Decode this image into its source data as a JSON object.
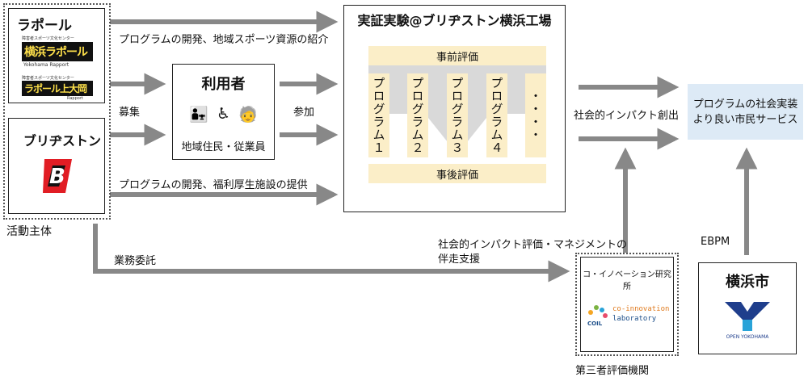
{
  "actors": {
    "group_label": "活動主体",
    "laport": {
      "name": "ラポール",
      "logo1_small": "障害者スポーツ文化センター",
      "logo1_text": "横浜ラポール",
      "logo1_sub": "Yokohama Rapport",
      "logo2_small": "障害者スポーツ文化センター",
      "logo2_text": "ラポール上大岡",
      "logo2_sub": "Rapport"
    },
    "bridgestone": {
      "name": "ブリヂストン",
      "logo_letter": "B"
    }
  },
  "users": {
    "title": "利用者",
    "icons": [
      "family-icon",
      "wheelchair-icon",
      "elderly-icon"
    ],
    "icon_glyphs": [
      "👨‍👧",
      "♿",
      "🧓"
    ],
    "subtitle": "地域住民・従業員"
  },
  "experiment": {
    "title": "実証実験@ブリヂストン横浜工場",
    "pre_eval": "事前評価",
    "post_eval": "事後評価",
    "programs": [
      "プログラム１",
      "プログラム２",
      "プログラム３",
      "プログラム４",
      "・・・・"
    ]
  },
  "outcome": {
    "line1": "プログラムの社会実装",
    "line2": "より良い市民サービス"
  },
  "evaluator": {
    "group_label": "第三者評価機関",
    "name": "コ・イノベーション研究所",
    "logo_abbr": "COIL",
    "logo_line1": "co-innovation",
    "logo_line2": "laboratory"
  },
  "city": {
    "name": "横浜市",
    "logo_text": "OPEN YOKOHAMA"
  },
  "arrow_labels": {
    "dev_intro": "プログラムの開発、地域スポーツ資源の紹介",
    "recruit": "募集",
    "participate": "参加",
    "dev_welfare": "プログラムの開発、福利厚生施設の提供",
    "impact": "社会的インパクト創出",
    "outsource": "業務委託",
    "impact_eval_1": "社会的インパクト評価・マネジメントの",
    "impact_eval_2": "伴走支援",
    "ebpm": "EBPM"
  },
  "colors": {
    "arrow": "#888888",
    "tan": "#fbeec8",
    "outcome_bg": "#ddeaf6",
    "yokohama_blue": "#1f3e8c"
  }
}
